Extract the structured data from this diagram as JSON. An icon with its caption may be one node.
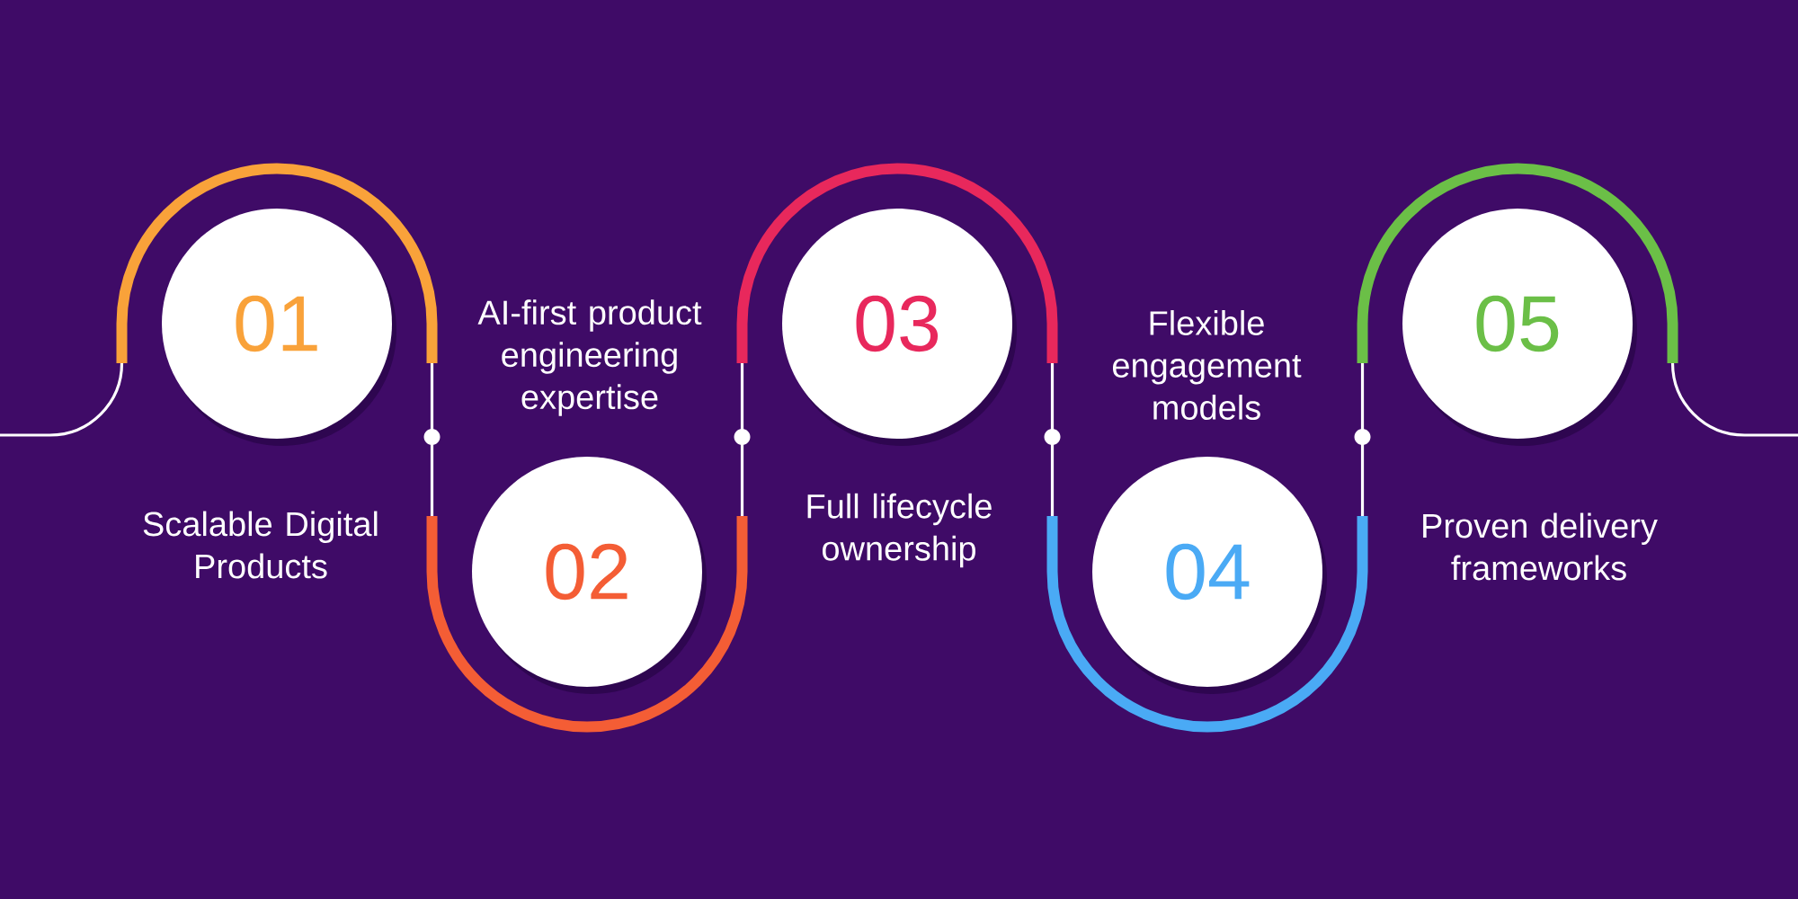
{
  "diagram": {
    "nodes": [
      {
        "text": [
          "01"
        ],
        "beside": [
          "Scalable Digital Products"
        ]
      },
      {
        "text": [
          "02"
        ],
        "beside": [
          "AI-first product engineering expertise"
        ]
      },
      {
        "text": [
          "03"
        ],
        "beside": [
          "Full lifecycle ownership"
        ]
      },
      {
        "text": [
          "04"
        ],
        "beside": [
          "Flexible engagement models"
        ]
      },
      {
        "text": [
          "05"
        ],
        "beside": [
          "Proven delivery frameworks"
        ]
      }
    ],
    "edges": [
      {
        "from": null,
        "to": 0,
        "arrow": "none"
      },
      {
        "from": 0,
        "to": 1,
        "arrow": "none"
      },
      {
        "from": 1,
        "to": 2,
        "arrow": "none"
      },
      {
        "from": 2,
        "to": 3,
        "arrow": "none"
      },
      {
        "from": 3,
        "to": 4,
        "arrow": "none"
      },
      {
        "from": 4,
        "to": null,
        "arrow": "none"
      }
    ]
  }
}
